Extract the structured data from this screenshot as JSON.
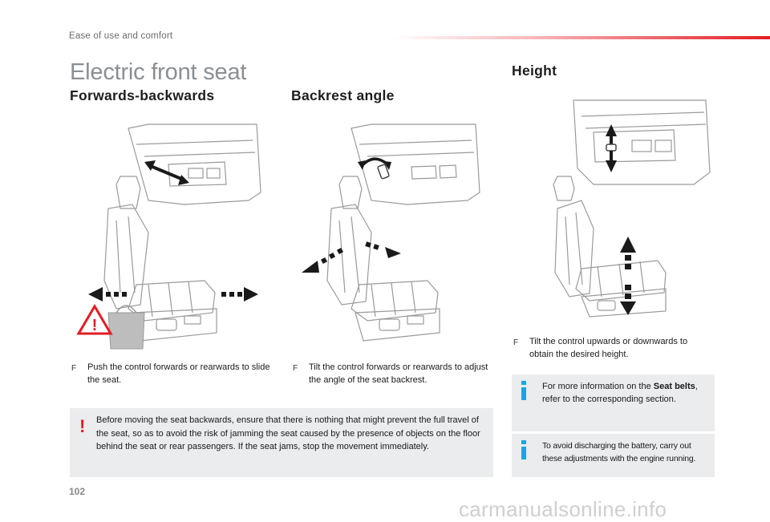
{
  "header": {
    "section": "Ease of use and comfort"
  },
  "page_title": "Electric front seat",
  "sections": {
    "forwards": {
      "title": "Forwards-backwards",
      "bullet": "Push the control forwards or rearwards to slide the seat."
    },
    "backrest": {
      "title": "Backrest angle",
      "bullet": "Tilt the control forwards or rearwards to adjust the angle of the seat backrest."
    },
    "height": {
      "title": "Height",
      "bullet": "Tilt the control upwards or downwards to obtain the desired height."
    }
  },
  "bullet_marker": "F",
  "warning": {
    "mark": "!",
    "text": "Before moving the seat backwards, ensure that there is nothing that might prevent the full travel of the seat, so as to avoid the risk of jamming the seat caused by the presence of objects on the floor behind the seat or rear passengers. If the seat jams, stop the movement immediately."
  },
  "info_seatbelts": {
    "prefix": "For more information on the ",
    "bold": "Seat belts",
    "suffix": ", refer to the corresponding section."
  },
  "info_battery": {
    "text": "To avoid discharging the battery, carry out these adjustments with the engine running."
  },
  "page_number": "102",
  "watermark": "carmanualsonline.info",
  "colors": {
    "accent_red": "#e31c24",
    "info_blue": "#1aa5e0",
    "box_gray": "#eaeced",
    "title_gray": "#8a8f93"
  }
}
